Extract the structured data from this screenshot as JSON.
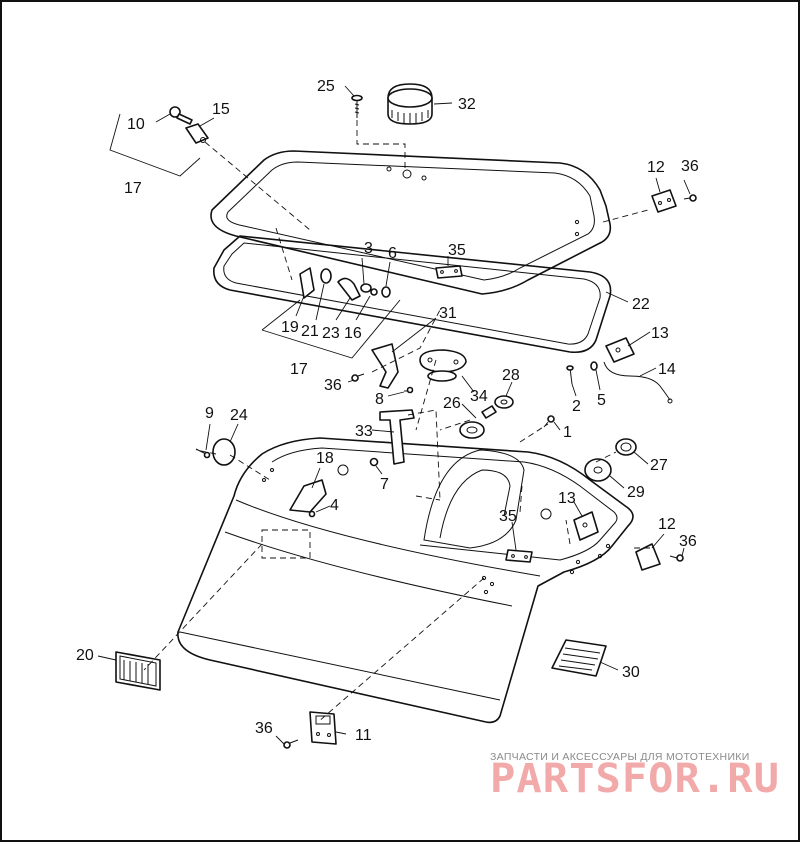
{
  "diagram": {
    "callouts": {
      "c1": "1",
      "c2": "2",
      "c3": "3",
      "c4": "4",
      "c5": "5",
      "c6": "6",
      "c7": "7",
      "c8": "8",
      "c9": "9",
      "c10": "10",
      "c11": "11",
      "c12a": "12",
      "c12b": "12",
      "c13a": "13",
      "c13b": "13",
      "c14": "14",
      "c15": "15",
      "c16": "16",
      "c17a": "17",
      "c17b": "17",
      "c18": "18",
      "c19": "19",
      "c20": "20",
      "c21": "21",
      "c22": "22",
      "c23": "23",
      "c24": "24",
      "c25": "25",
      "c26": "26",
      "c27": "27",
      "c28": "28",
      "c29": "29",
      "c30": "30",
      "c31": "31",
      "c32": "32",
      "c33": "33",
      "c34": "34",
      "c35a": "35",
      "c35b": "35",
      "c36a": "36",
      "c36b": "36",
      "c36c": "36",
      "c36d": "36"
    }
  },
  "watermark": {
    "tagline": "ЗАПЧАСТИ И АКСЕССУАРЫ ДЛЯ МОТОТЕХНИКИ",
    "logo": "PARTSFOR.RU"
  }
}
